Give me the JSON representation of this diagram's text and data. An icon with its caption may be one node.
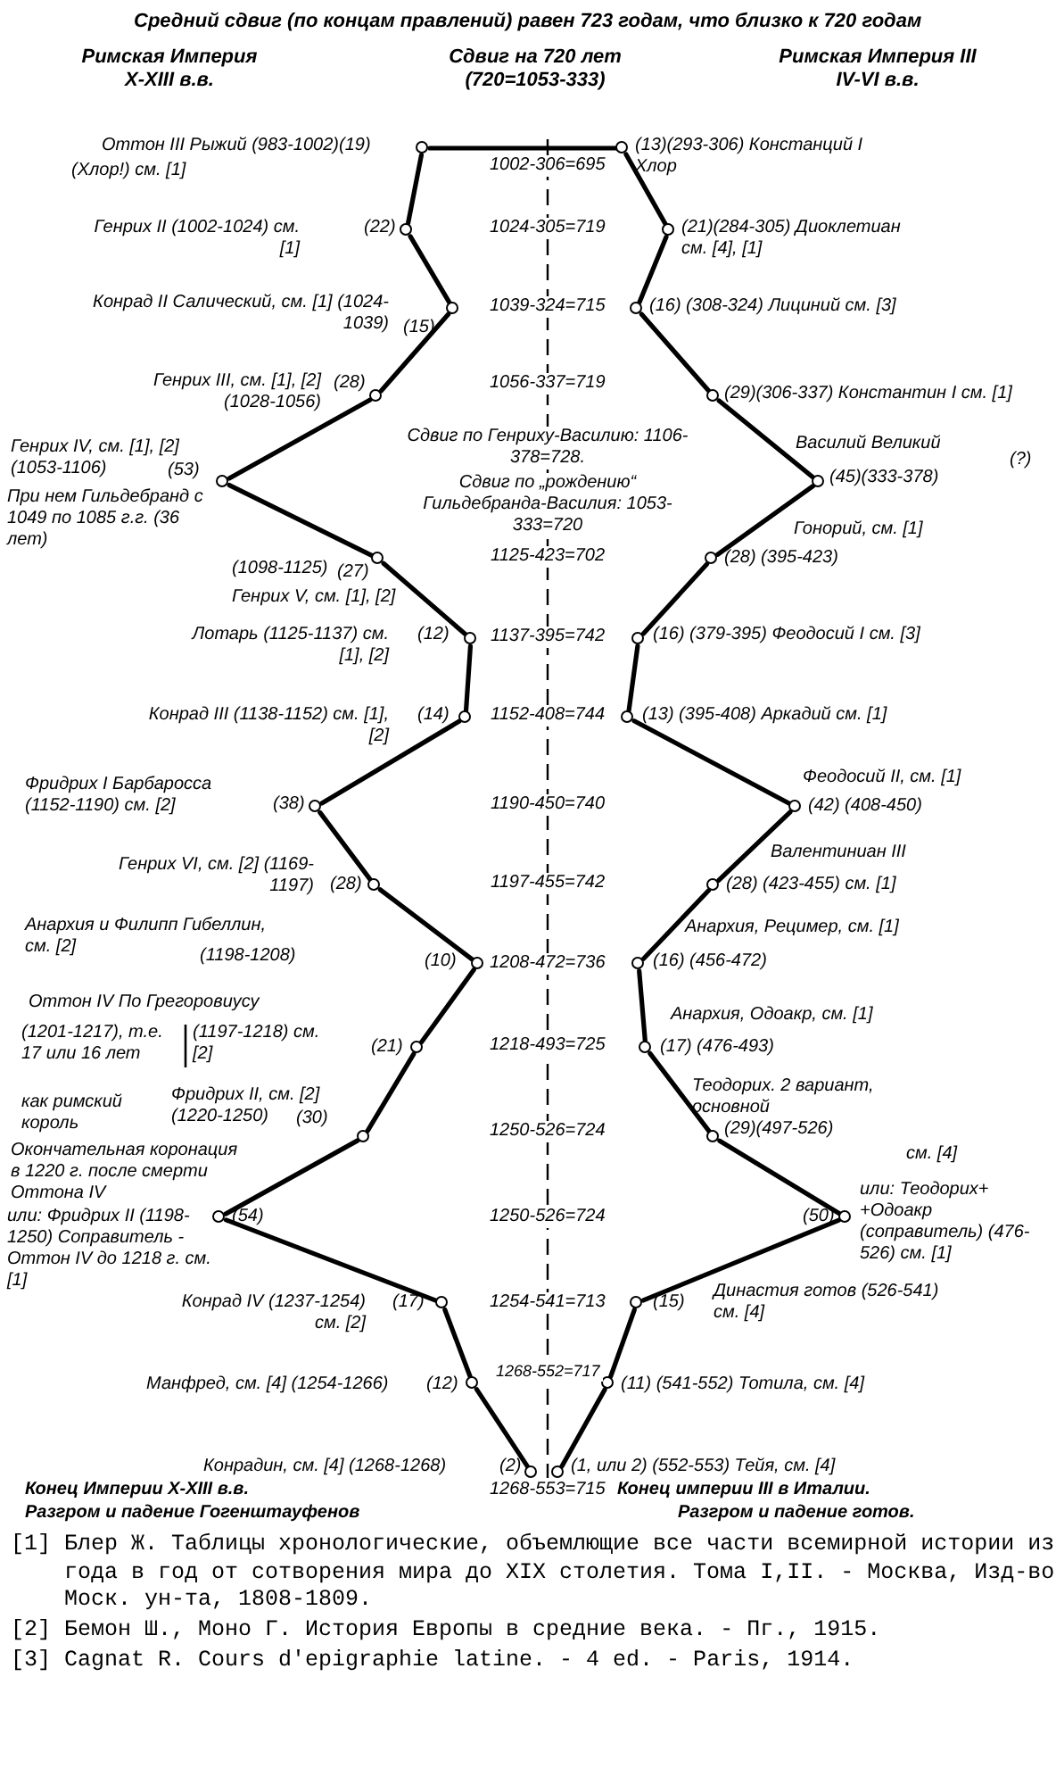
{
  "diagram": {
    "title": "Средний сдвиг (по концам правлений) равен 723 годам, что близко к 720 годам",
    "nodes": [
      {
        "text": [],
        "shape": "circle",
        "beside": [
          "Оттон III Рыжий (983-1002)(19)",
          "(Хлор!) см. [1]"
        ]
      },
      {
        "text": [],
        "shape": "circle",
        "beside": [
          "Генрих II (1002-1024) см. [1]",
          "(22)"
        ]
      },
      {
        "text": [],
        "shape": "circle",
        "beside": [
          "Конрад II Салический, см. [1] (1024-1039)",
          "(15)"
        ]
      },
      {
        "text": [],
        "shape": "circle",
        "beside": [
          "Генрих III, см. [1], [2] (1028-1056)",
          "(28)"
        ]
      },
      {
        "text": [],
        "shape": "circle",
        "beside": [
          "Генрих IV, см. [1], [2] (1053-1106)",
          "(53)",
          "При нем Гильдебранд с 1049 по 1085 г.г. (36 лет)"
        ]
      },
      {
        "text": [],
        "shape": "circle",
        "beside": [
          "(1098-1125)",
          "(27)",
          "Генрих V, см. [1], [2]"
        ]
      },
      {
        "text": [],
        "shape": "circle",
        "beside": [
          "Лотарь (1125-1137) см. [1], [2]",
          "(12)"
        ]
      },
      {
        "text": [],
        "shape": "circle",
        "beside": [
          "Конрад III (1138-1152) см. [1], [2]",
          "(14)"
        ]
      },
      {
        "text": [],
        "shape": "circle",
        "beside": [
          "Фридрих I Барбаросса (1152-1190) см. [2]",
          "(38)"
        ]
      },
      {
        "text": [],
        "shape": "circle",
        "beside": [
          "Генрих VI, см. [2] (1169-1197)",
          "(28)"
        ]
      },
      {
        "text": [],
        "shape": "circle",
        "beside": [
          "Анархия и Филипп Гибеллин, см. [2]",
          "(1198-1208)",
          "(10)"
        ]
      },
      {
        "text": [],
        "shape": "circle",
        "beside": [
          "Оттон IV По Грегоровиусу",
          "(1201-1217), т.е. 17 или 16 лет",
          "(1197-1218) см. [2]",
          "(21)"
        ]
      },
      {
        "text": [],
        "shape": "circle",
        "beside": [
          "как римский король",
          "Фридрих II, см. [2] (1220-1250)",
          "(30)",
          "Окончательная коронация в 1220 г. после смерти Оттона IV"
        ]
      },
      {
        "text": [],
        "shape": "circle",
        "beside": [
          "(54)",
          "или: Фридрих II (1198-1250) Соправитель - Оттон IV до 1218 г. см. [1]"
        ]
      },
      {
        "text": [],
        "shape": "circle",
        "beside": [
          "Конрад IV (1237-1254) см. [2]",
          "(17)"
        ]
      },
      {
        "text": [],
        "shape": "circle",
        "beside": [
          "Манфред, см. [4] (1254-1266)",
          "(12)"
        ]
      },
      {
        "text": [],
        "shape": "circle",
        "beside": [
          "Конрадин, см. [4] (1268-1268)",
          "(2)"
        ]
      },
      {
        "text": [],
        "shape": "circle",
        "beside": [
          "(13)(293-306) Констанций I Хлор"
        ]
      },
      {
        "text": [],
        "shape": "circle",
        "beside": [
          "(21)(284-305) Диоклетиан см. [4], [1]"
        ]
      },
      {
        "text": [],
        "shape": "circle",
        "beside": [
          "(16) (308-324) Лициний см. [3]"
        ]
      },
      {
        "text": [],
        "shape": "circle",
        "beside": [
          "(29)(306-337) Константин I см. [1]"
        ]
      },
      {
        "text": [],
        "shape": "circle",
        "beside": [
          "Василий Великий",
          "(45)(333-378)",
          "(?)"
        ]
      },
      {
        "text": [],
        "shape": "circle",
        "beside": [
          "Гонорий, см. [1]",
          "(28) (395-423)"
        ]
      },
      {
        "text": [],
        "shape": "circle",
        "beside": [
          "(16) (379-395) Феодосий I см. [3]"
        ]
      },
      {
        "text": [],
        "shape": "circle",
        "beside": [
          "(13) (395-408) Аркадий см. [1]"
        ]
      },
      {
        "text": [],
        "shape": "circle",
        "beside": [
          "Феодосий II, см. [1]",
          "(42) (408-450)"
        ]
      },
      {
        "text": [],
        "shape": "circle",
        "beside": [
          "Валентиниан III",
          "(28) (423-455) см. [1]"
        ]
      },
      {
        "text": [],
        "shape": "circle",
        "beside": [
          "Анархия, Рецимер, см. [1]",
          "(16) (456-472)"
        ]
      },
      {
        "text": [],
        "shape": "circle",
        "beside": [
          "Анархия, Одоакр, см. [1]",
          "(17) (476-493)"
        ]
      },
      {
        "text": [],
        "shape": "circle",
        "beside": [
          "Теодорих. 2 вариант, основной",
          "(29)(497-526)",
          "см. [4]"
        ]
      },
      {
        "text": [],
        "shape": "circle",
        "beside": [
          "(50)",
          "или: Теодорих+ +Одоакр (соправитель) (476-526) см. [1]"
        ]
      },
      {
        "text": [],
        "shape": "circle",
        "beside": [
          "(15)",
          "Династия готов (526-541) см. [4]"
        ]
      },
      {
        "text": [],
        "shape": "circle",
        "beside": [
          "(11) (541-552) Тотила, см. [4]"
        ]
      },
      {
        "text": [],
        "shape": "circle",
        "beside": [
          "(1, или 2) (552-553) Тейя, см. [4]"
        ]
      }
    ],
    "edges": [
      {
        "from": 0,
        "to": 17,
        "arrow": "none"
      },
      {
        "from": 0,
        "to": 1,
        "arrow": "none"
      },
      {
        "from": 1,
        "to": 2,
        "arrow": "none"
      },
      {
        "from": 2,
        "to": 3,
        "arrow": "none"
      },
      {
        "from": 3,
        "to": 4,
        "arrow": "none"
      },
      {
        "from": 4,
        "to": 5,
        "arrow": "none"
      },
      {
        "from": 5,
        "to": 6,
        "arrow": "none"
      },
      {
        "from": 6,
        "to": 7,
        "arrow": "none"
      },
      {
        "from": 7,
        "to": 8,
        "arrow": "none"
      },
      {
        "from": 8,
        "to": 9,
        "arrow": "none"
      },
      {
        "from": 9,
        "to": 10,
        "arrow": "none"
      },
      {
        "from": 10,
        "to": 11,
        "arrow": "none"
      },
      {
        "from": 11,
        "to": 12,
        "arrow": "none"
      },
      {
        "from": 12,
        "to": 13,
        "arrow": "none"
      },
      {
        "from": 13,
        "to": 14,
        "arrow": "none"
      },
      {
        "from": 14,
        "to": 15,
        "arrow": "none"
      },
      {
        "from": 15,
        "to": 16,
        "arrow": "none"
      },
      {
        "from": 17,
        "to": 18,
        "arrow": "none"
      },
      {
        "from": 18,
        "to": 19,
        "arrow": "none"
      },
      {
        "from": 19,
        "to": 20,
        "arrow": "none"
      },
      {
        "from": 20,
        "to": 21,
        "arrow": "none"
      },
      {
        "from": 21,
        "to": 22,
        "arrow": "none"
      },
      {
        "from": 22,
        "to": 23,
        "arrow": "none"
      },
      {
        "from": 23,
        "to": 24,
        "arrow": "none"
      },
      {
        "from": 24,
        "to": 25,
        "arrow": "none"
      },
      {
        "from": 25,
        "to": 26,
        "arrow": "none"
      },
      {
        "from": 26,
        "to": 27,
        "arrow": "none"
      },
      {
        "from": 27,
        "to": 28,
        "arrow": "none"
      },
      {
        "from": 28,
        "to": 29,
        "arrow": "none"
      },
      {
        "from": 29,
        "to": 30,
        "arrow": "none"
      },
      {
        "from": 30,
        "to": 31,
        "arrow": "none"
      },
      {
        "from": 31,
        "to": 32,
        "arrow": "none"
      },
      {
        "from": 32,
        "to": 33,
        "arrow": "none"
      }
    ],
    "labels": [
      "Римская Империя X-XIII в.в.",
      "Сдвиг на 720 лет (720=1053-333)",
      "Римская Империя III IV-VI в.в.",
      "1002-306=695",
      "1024-305=719",
      "1039-324=715",
      "1056-337=719",
      "Сдвиг по Генриху-Василию: 1106-378=728.",
      "Сдвиг по „рождению“ Гильдебранда-Василия: 1053-333=720",
      "1125-423=702",
      "1137-395=742",
      "1152-408=744",
      "1190-450=740",
      "1197-455=742",
      "1208-472=736",
      "1218-493=725",
      "1250-526=724",
      "1250-526=724",
      "1254-541=713",
      "1268-552=717",
      "Конец Империи X-XIII в.в.",
      "1268-553=715",
      "Конец империи III в Италии.",
      "Разгром и падение Гогенштауфенов",
      "Разгром и падение готов.",
      "[1] Блер Ж. Таблицы хронологические, объемлющие все части всемирной истории из года в год от сотворения мира до XIX столетия. Тома I,II. - Москва, Изд-во Моск. ун-та, 1808-1809.",
      "[2] Бемон Ш., Моно Г. История Европы в средние века. - Пг., 1915.",
      "[3] Cagnat R. Cours d'epigraphie latine. - 4 ed. - Paris, 1914."
    ]
  }
}
